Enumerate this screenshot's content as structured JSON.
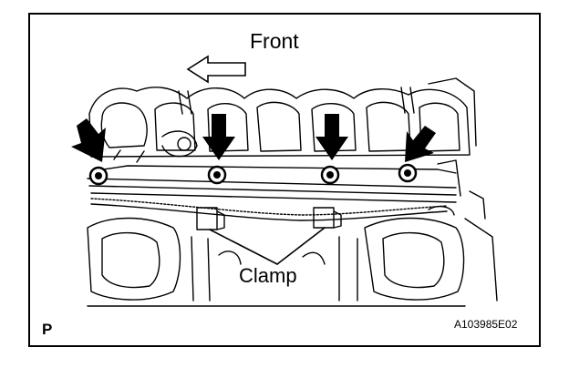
{
  "labels": {
    "front": "Front",
    "clamp": "Clamp",
    "corner_code": "P",
    "figure_id": "A103985E02"
  },
  "colors": {
    "line": "#000000",
    "background": "#ffffff"
  },
  "icons": {
    "direction_arrow": "outline-left-arrow",
    "bolt_pointer": "solid-down-arrow"
  }
}
